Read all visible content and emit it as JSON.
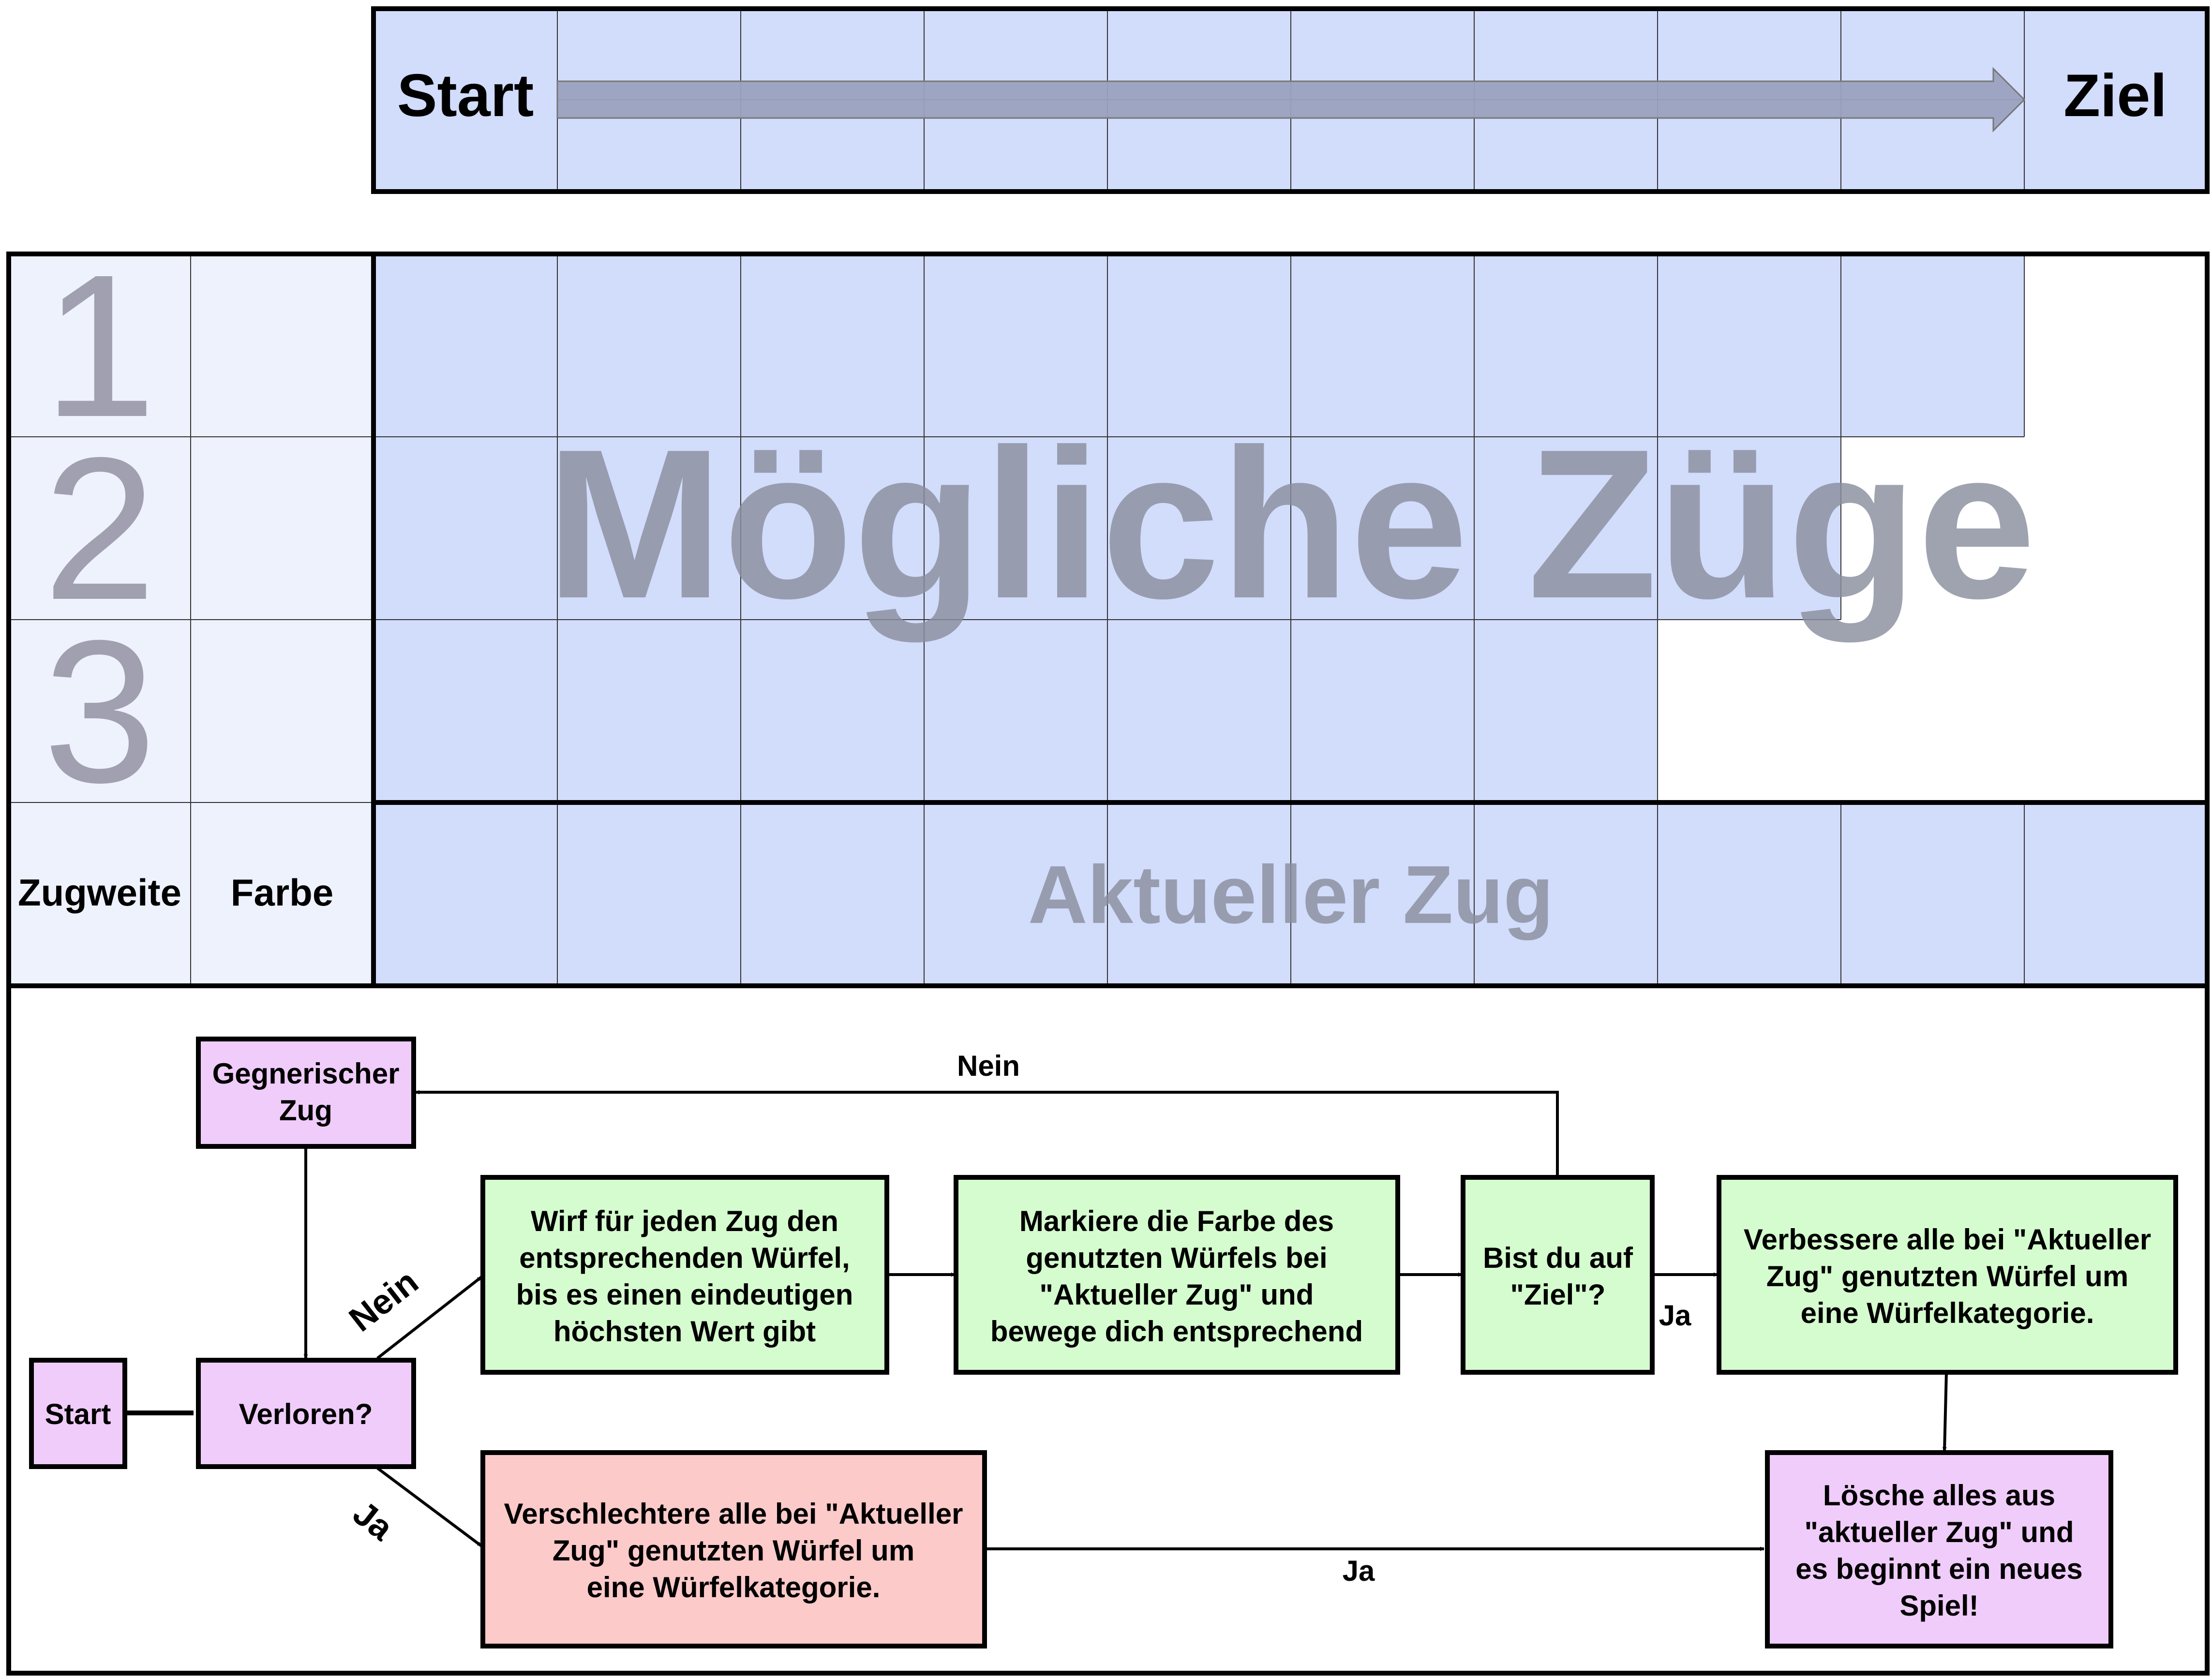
{
  "track": {
    "start_label": "Start",
    "goal_label": "Ziel"
  },
  "board": {
    "row_numbers": [
      "1",
      "2",
      "3"
    ],
    "col_zugweite": "Zugweite",
    "col_farbe": "Farbe",
    "possible_moves_watermark": "Mögliche Züge",
    "current_move_watermark": "Aktueller Zug"
  },
  "flow": {
    "start": "Start",
    "verloren": "Verloren?",
    "gegner_line1": "Gegnerischer",
    "gegner_line2": "Zug",
    "wirf_lines": [
      "Wirf für jeden Zug den",
      "entsprechenden Würfel,",
      "bis es einen eindeutigen",
      "höchsten Wert gibt"
    ],
    "markiere_lines": [
      "Markiere die Farbe des",
      "genutzten Würfels bei",
      "\"Aktueller Zug\" und",
      "bewege dich entsprechend"
    ],
    "ziel_lines": [
      "Bist du auf",
      "\"Ziel\"?"
    ],
    "verbessere_lines": [
      "Verbessere alle bei \"Aktueller",
      "Zug\" genutzten Würfel um",
      "eine Würfelkategorie."
    ],
    "verschlechtere_lines": [
      "Verschlechtere alle bei \"Aktueller",
      "Zug\" genutzten Würfel um",
      "eine Würfelkategorie."
    ],
    "loesche_lines": [
      "Lösche alles aus",
      "\"aktueller Zug\" und",
      "es beginnt ein neues",
      "Spiel!"
    ],
    "label_nein_top": "Nein",
    "label_nein_diag": "Nein",
    "label_ja_diag": "Ja",
    "label_ja_right": "Ja",
    "label_ja_bottom": "Ja"
  },
  "colors": {
    "cell_blue": "#d2dcfb",
    "left_col": "#eef2fd",
    "arrow_fill": "#9aa1c0",
    "watermark": "#a0a0b0",
    "node_purple": "#f0ccfa",
    "node_green": "#d5fcce",
    "node_red": "#fdcaca"
  }
}
